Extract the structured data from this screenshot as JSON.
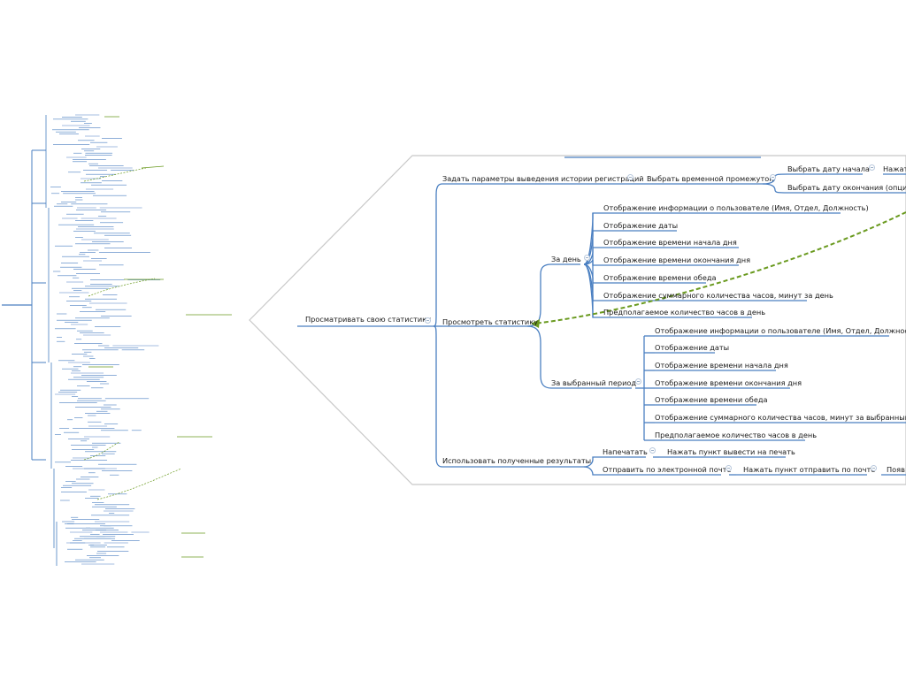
{
  "mindmap": {
    "central": "Просматривать свою статистику",
    "branches": [
      {
        "label": "Задать параметры выведения истории регистраций",
        "children": [
          {
            "label": "Выбрать временной промежуток",
            "children": [
              {
                "label": "Выбрать дату начала",
                "children": [
                  {
                    "label": "Нажат"
                  }
                ]
              },
              {
                "label": "Выбрать дату окончания (опционн"
              }
            ]
          }
        ]
      },
      {
        "label": "Просмотреть статистику",
        "children": [
          {
            "label": "За день",
            "children": [
              {
                "label": "Отображение информации о пользователе (Имя, Отдел, Должность)"
              },
              {
                "label": "Отображение даты"
              },
              {
                "label": "Отображение времени начала дня"
              },
              {
                "label": "Отображение времени окончания дня"
              },
              {
                "label": "Отображение времени обеда"
              },
              {
                "label": "Отображение суммарного количества часов, минут за день"
              },
              {
                "label": "Предполагаемое количество часов в день"
              }
            ]
          },
          {
            "label": "За выбранный период",
            "children": [
              {
                "label": "Отображение информации о пользователе (Имя, Отдел, Должность)"
              },
              {
                "label": "Отображение даты"
              },
              {
                "label": "Отображение времени начала дня"
              },
              {
                "label": "Отображение времени окончания дня"
              },
              {
                "label": "Отображение времени обеда"
              },
              {
                "label": "Отображение суммарного количества часов, минут за выбранный перио"
              },
              {
                "label": "Предполагаемое количество часов в день"
              }
            ]
          }
        ]
      },
      {
        "label": "Использовать полученные результаты",
        "children": [
          {
            "label": "Напечатать",
            "children": [
              {
                "label": "Нажать пункт вывести на печать"
              }
            ]
          },
          {
            "label": "Отправить по электронной почте",
            "children": [
              {
                "label": "Нажать пункт отправить по почте",
                "children": [
                  {
                    "label": "Появ"
                  }
                ]
              }
            ]
          }
        ]
      }
    ]
  },
  "colors": {
    "branch_line": "#4a7fc1",
    "callout_border": "#c8c8c8",
    "relationship": "#6a9a1f",
    "collapse_marker": "#b8c8dc",
    "text": "#1a1a1a"
  }
}
